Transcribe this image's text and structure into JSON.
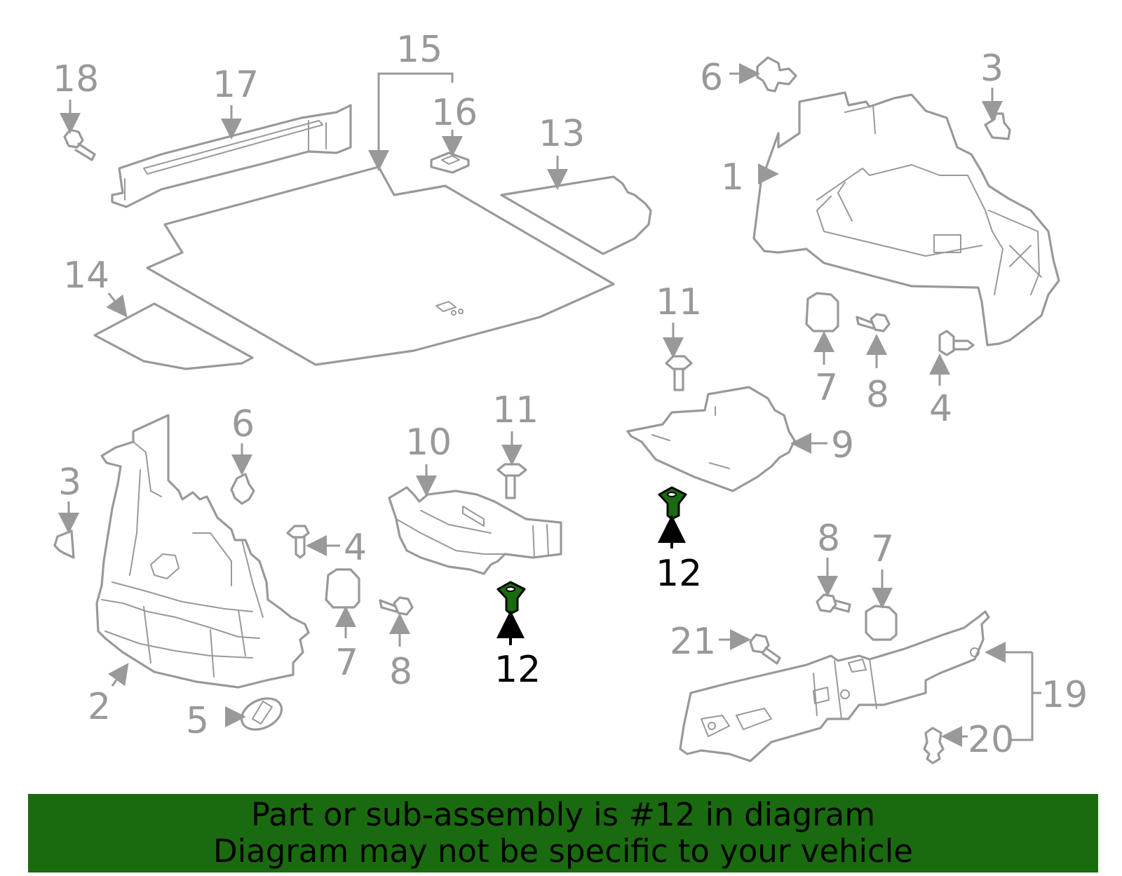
{
  "callouts": {
    "c1": "1",
    "c2": "2",
    "c3a": "3",
    "c3b": "3",
    "c4a": "4",
    "c4b": "4",
    "c5": "5",
    "c6a": "6",
    "c6b": "6",
    "c7a": "7",
    "c7b": "7",
    "c7c": "7",
    "c8a": "8",
    "c8b": "8",
    "c8c": "8",
    "c9": "9",
    "c10": "10",
    "c11a": "11",
    "c11b": "11",
    "c12a": "12",
    "c12b": "12",
    "c13": "13",
    "c14": "14",
    "c15": "15",
    "c16": "16",
    "c17": "17",
    "c18": "18",
    "c19": "19",
    "c20": "20",
    "c21": "21"
  },
  "highlighted_part": "12",
  "colors": {
    "line": "#999999",
    "highlight": "#1a6b10",
    "banner_bg": "#1a6b10",
    "text": "#000000"
  },
  "banner": {
    "line1": "Part or sub-assembly is #12 in diagram",
    "line2": "Diagram may not be specific to your vehicle"
  }
}
